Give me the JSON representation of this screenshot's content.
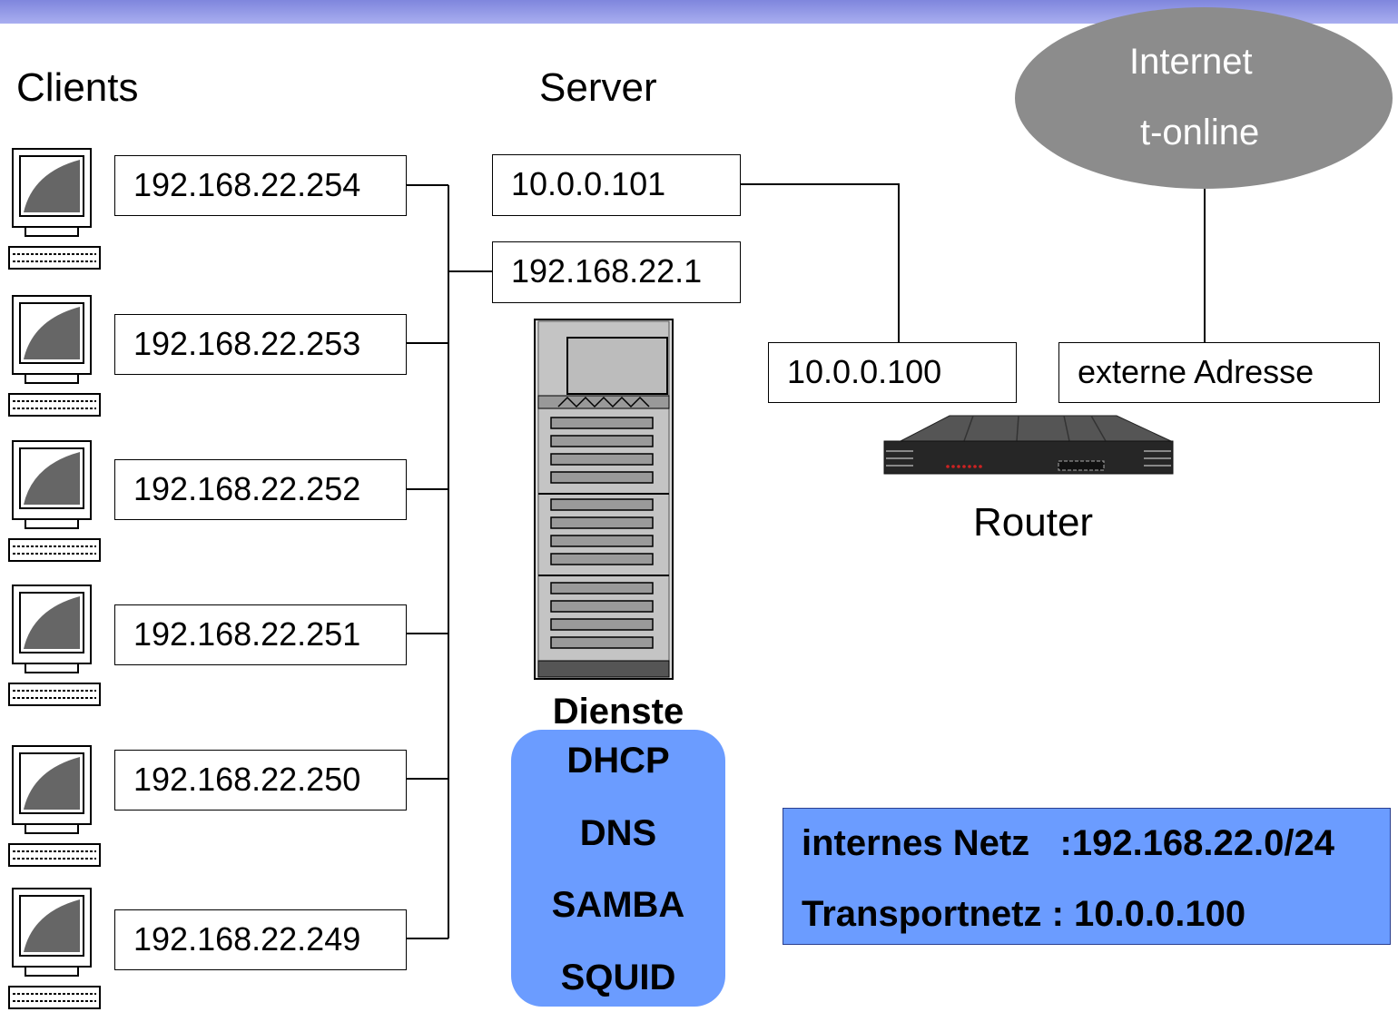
{
  "headings": {
    "clients": "Clients",
    "server": "Server",
    "router": "Router",
    "services_title": "Dienste"
  },
  "internet": {
    "line1": "Internet",
    "line2": "t-online"
  },
  "clients": [
    {
      "ip": "192.168.22.254"
    },
    {
      "ip": "192.168.22.253"
    },
    {
      "ip": "192.168.22.252"
    },
    {
      "ip": "192.168.22.251"
    },
    {
      "ip": "192.168.22.250"
    },
    {
      "ip": "192.168.22.249"
    }
  ],
  "server_ips": {
    "external": "10.0.0.101",
    "internal": "192.168.22.1"
  },
  "router_ips": {
    "internal": "10.0.0.100",
    "external": "externe Adresse"
  },
  "services": [
    "DHCP",
    "DNS",
    "SAMBA",
    "SQUID"
  ],
  "info": {
    "line1": "internes Netz   :192.168.22.0/24",
    "line2": "Transportnetz : 10.0.0.100"
  },
  "colors": {
    "topbar": "#8f95e6",
    "cloud": "#8c8c8c",
    "services_bg": "#6b9cff",
    "info_bg": "#6b9cff"
  },
  "icons": [
    "computer-icon",
    "server-tower-icon",
    "router-icon",
    "cloud-shape"
  ]
}
